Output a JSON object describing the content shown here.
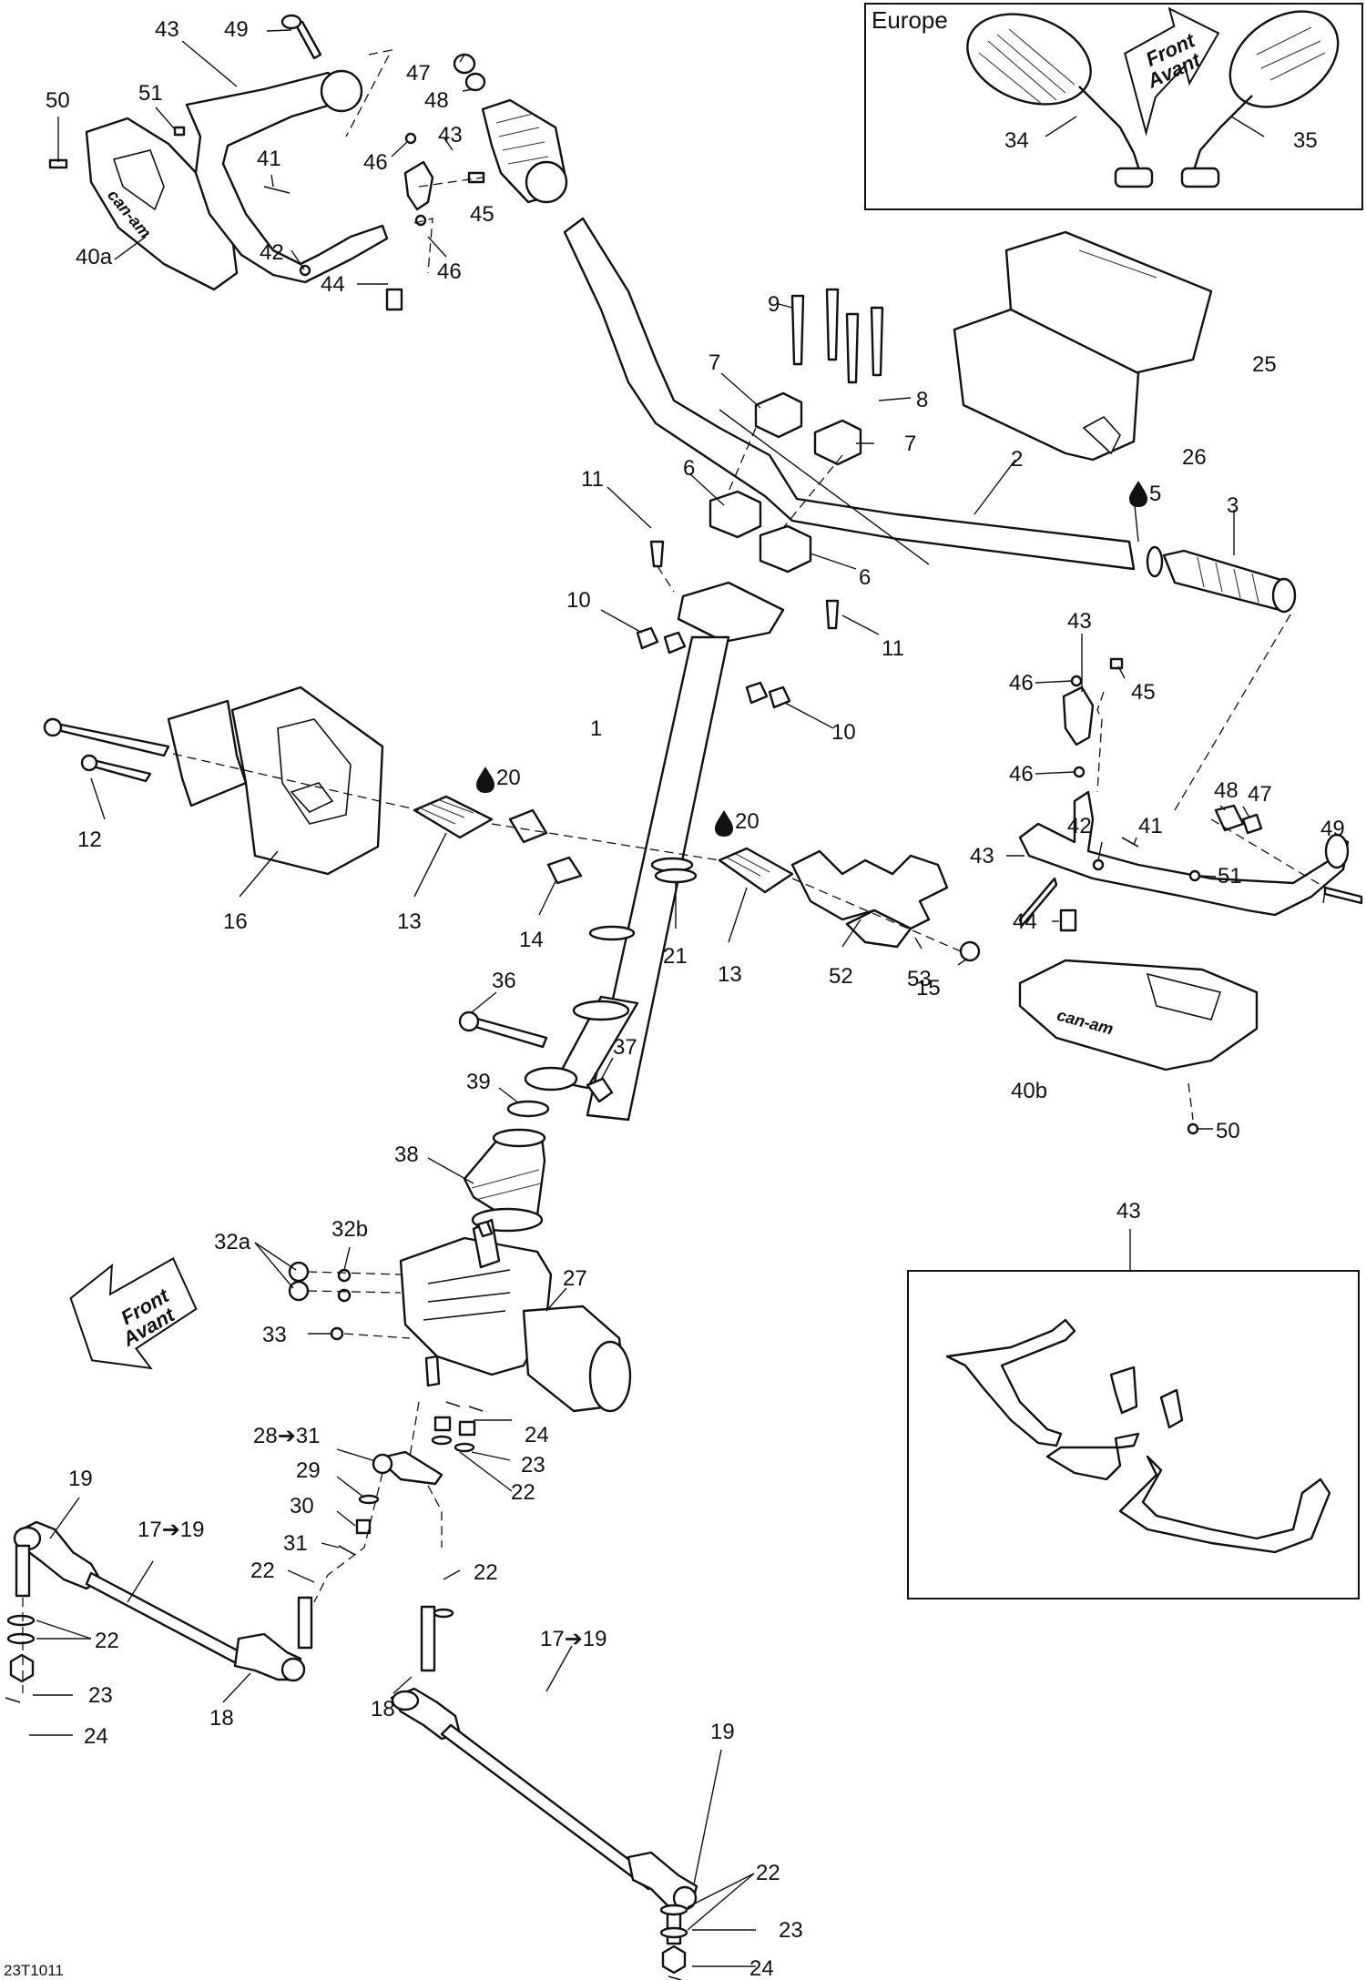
{
  "inset_europe": {
    "title": "Europe",
    "callouts": [
      "34",
      "35"
    ]
  },
  "inset_43": {
    "title": "43"
  },
  "front_arrows": {
    "line1": "Front",
    "line2": "Avant"
  },
  "logo_text": "can-am",
  "drawing_code": "23T1011",
  "callouts": {
    "c1": "1",
    "c2": "2",
    "c3": "3",
    "c5": "5",
    "c6a": "6",
    "c6b": "6",
    "c7a": "7",
    "c7b": "7",
    "c8": "8",
    "c9": "9",
    "c10a": "10",
    "c10b": "10",
    "c11a": "11",
    "c11b": "11",
    "c12": "12",
    "c13a": "13",
    "c13b": "13",
    "c14": "14",
    "c15": "15",
    "c16": "16",
    "c17a": "17➔19",
    "c17b": "17➔19",
    "c18a": "18",
    "c18b": "18",
    "c19a": "19",
    "c19b": "19",
    "c20a": "20",
    "c20b": "20",
    "c21": "21",
    "c22a": "22",
    "c22b": "22",
    "c22c": "22",
    "c22d": "22",
    "c22e": "22",
    "c23a": "23",
    "c23b": "23",
    "c23c": "23",
    "c24a": "24",
    "c24b": "24",
    "c24c": "24",
    "c25": "25",
    "c26": "26",
    "c27": "27",
    "c2831": "28➔31",
    "c29": "29",
    "c30": "30",
    "c31": "31",
    "c32a": "32a",
    "c32b": "32b",
    "c33": "33",
    "c34": "34",
    "c35": "35",
    "c36": "36",
    "c37": "37",
    "c38": "38",
    "c39": "39",
    "c40a": "40a",
    "c40b": "40b",
    "c41a": "41",
    "c41b": "41",
    "c42a": "42",
    "c42b": "42",
    "c43a": "43",
    "c43b": "43",
    "c43c": "43",
    "c43d": "43",
    "c43e": "43",
    "c44a": "44",
    "c44b": "44",
    "c45a": "45",
    "c45b": "45",
    "c46a": "46",
    "c46b": "46",
    "c46c": "46",
    "c46d": "46",
    "c47a": "47",
    "c47b": "47",
    "c48a": "48",
    "c48b": "48",
    "c49a": "49",
    "c49b": "49",
    "c50a": "50",
    "c50b": "50",
    "c51a": "51",
    "c51b": "51",
    "c52": "52",
    "c53": "53"
  }
}
